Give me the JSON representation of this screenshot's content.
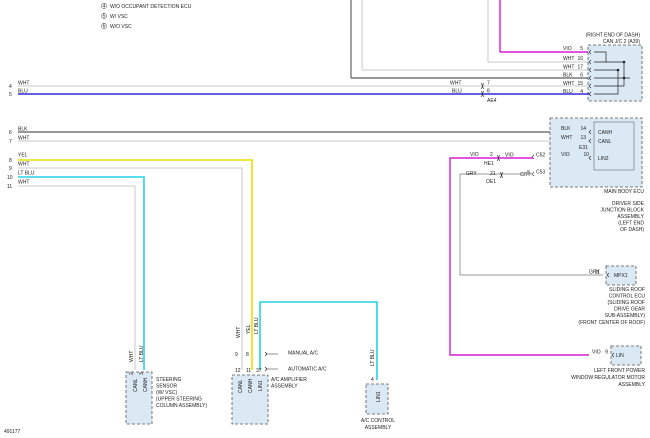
{
  "colors": {
    "wht": "#c8c8c8",
    "blu": "#2b2bd6",
    "blk": "#333333",
    "yel": "#e8e000",
    "ltblu": "#23d3e6",
    "vio": "#d21fd2",
    "gry": "#9a9a9a",
    "module": "#dbe9f4"
  },
  "legend": [
    {
      "num": "4",
      "text": "W/O OCCUPANT DETECTION ECU"
    },
    {
      "num": "5",
      "text": "W/ VSC"
    },
    {
      "num": "6",
      "text": "W/O VSC"
    }
  ],
  "can_jc": {
    "title_1": "(RIGHT END OF DASH)",
    "title_2": "CAN J/C 2 (A39)",
    "rows": [
      {
        "wire": "VIO",
        "pin": "5"
      },
      {
        "wire": "WHT",
        "pin": "16"
      },
      {
        "wire": "WHT",
        "pin": "17"
      },
      {
        "wire": "BLK",
        "pin": "6"
      },
      {
        "wire": "WHT",
        "pin": "15"
      },
      {
        "wire": "BLU",
        "pin": "4"
      }
    ]
  },
  "ae4": {
    "name": "AE4",
    "wire_top": "WHT",
    "pin_top": "7",
    "wire_bot": "BLU",
    "pin_bot": "8"
  },
  "left_refs": [
    {
      "num": "4",
      "wire": "WHT"
    },
    {
      "num": "5",
      "wire": "BLU"
    },
    {
      "num": "6",
      "wire": "BLK"
    },
    {
      "num": "7",
      "wire": "WHT"
    },
    {
      "num": "8",
      "wire": "YEL"
    },
    {
      "num": "9",
      "wire": "WHT"
    },
    {
      "num": "10",
      "wire": "LT BLU"
    },
    {
      "num": "11",
      "wire": "WHT"
    }
  ],
  "main_body_ecu": {
    "connector": "E31",
    "pins": [
      {
        "wire": "BLK",
        "pin": "14",
        "name": "CANH"
      },
      {
        "wire": "WHT",
        "pin": "13",
        "name": "CANL"
      },
      {
        "wire": "VIO",
        "pin": "10",
        "name": "LIN2"
      }
    ],
    "label": [
      "MAIN BODY ECU",
      "DRIVER SIDE",
      "JUNCTION BLOCK",
      "ASSEMBLY",
      "(LEFT END",
      "OF DASH)"
    ],
    "c52": "C52",
    "c53": "C53",
    "c53_pin": "5",
    "c53_wire": "GRY"
  },
  "he1": {
    "name": "HE1",
    "pin": "2",
    "wire": "VIO"
  },
  "oe1": {
    "name": "OE1",
    "pin": "21",
    "wire": "GRY"
  },
  "mpx1": {
    "name": "MPX1",
    "pin": "11",
    "wire": "GRY",
    "label": [
      "SLIDING ROOF",
      "CONTROL ECU",
      "(SLIDING ROOF",
      "DRIVE GEAR",
      "SUB-ASSEMBLY)",
      "(FRONT CENTER OF ROOF)"
    ]
  },
  "lin": {
    "name": "LIN",
    "pin": "9",
    "wire": "VIO",
    "label": [
      "LEFT FRONT POWER",
      "WINDOW REGULATOR MOTOR",
      "ASSEMBLY"
    ]
  },
  "steering": {
    "wire_1": "WHT",
    "wire_2": "LT BLU",
    "pin_1": "2",
    "pin_2": "3",
    "sig_1": "CANL",
    "sig_2": "CANH",
    "label": [
      "STEERING",
      "SENSOR",
      "(W/ VSC)",
      "(UPPER STEERING",
      "COLUMN ASSEMBLY)"
    ]
  },
  "ac_amp": {
    "wire_1": "WHT",
    "wire_2": "YEL",
    "wire_3": "LT BLU",
    "pin_1": "9",
    "pin_2": "8",
    "pin_3": "12",
    "pin_4": "11",
    "pin_5": "37",
    "sig_1": "CANL",
    "sig_2": "CANH",
    "sig_3": "LIN1",
    "manual": "MANUAL A/C",
    "automatic": "AUTOMATIC A/C",
    "label": [
      "A/C AMPLIFIER",
      "ASSEMBLY"
    ]
  },
  "ac_ctrl": {
    "wire": "LT BLU",
    "pin": "4",
    "sig": "LIN1",
    "label": [
      "A/C CONTROL",
      "ASSEMBLY"
    ]
  },
  "diagram_id": "491177"
}
